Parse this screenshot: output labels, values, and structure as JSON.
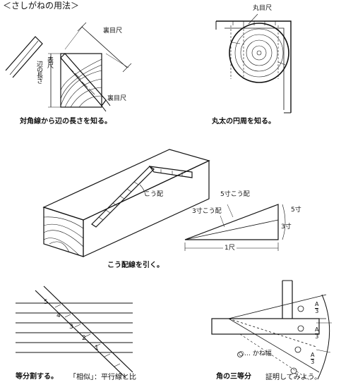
{
  "title": "＜さしがねの用法＞",
  "panel1": {
    "caption": "対角線から辺の長さを知る。",
    "label_ura_top": "裏目尺",
    "label_omote": "表尺",
    "label_hen": "辺の長さ",
    "label_ura_bottom": "裏目尺"
  },
  "panel2": {
    "caption": "丸太の円周を知る。",
    "label_maru": "丸目尺"
  },
  "panel3": {
    "caption": "こう配線を引く。",
    "label_kobai": "こう配",
    "label_5sun_kobai": "5寸こう配",
    "label_3sun_kobai": "3寸こう配",
    "label_5sun": "5寸",
    "label_3sun": "3寸",
    "label_1shaku": "1尺"
  },
  "panel4": {
    "caption": "等分割する。",
    "note": "「相似」：平行線と比",
    "numbers": [
      "5",
      "4",
      "3",
      "2",
      "1"
    ]
  },
  "panel5": {
    "caption": "角の三等分",
    "note": "証明してみよう。",
    "legend": "○… かね幅",
    "frac_top": "A",
    "frac_bottom": "3"
  }
}
